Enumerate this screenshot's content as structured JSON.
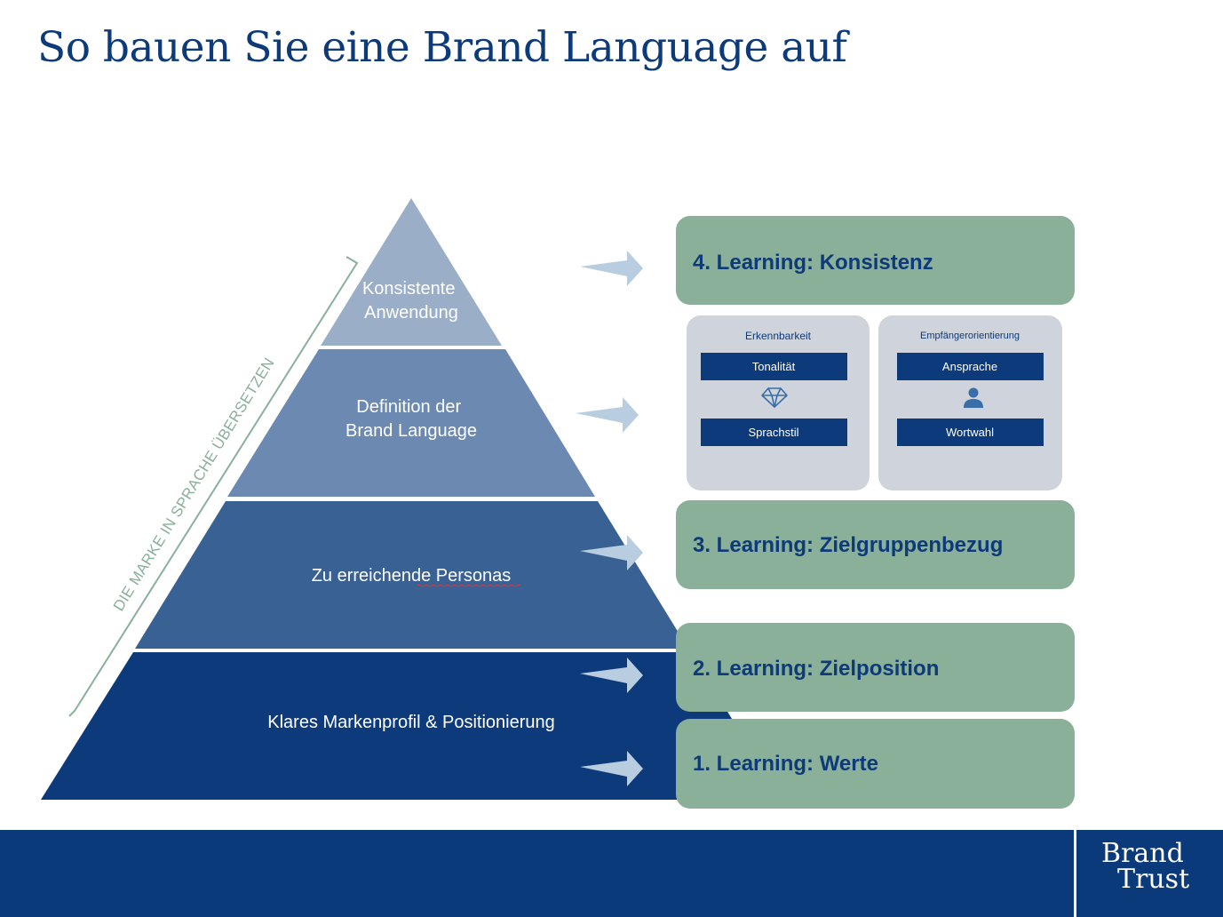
{
  "title": "So bauen Sie eine Brand Language auf",
  "side_label": "DIE MARKE IN SPRACHE ÜBERSETZEN",
  "pyramid": [
    {
      "lines": [
        "Konsistente",
        "Anwendung"
      ],
      "color": "#9aaec8"
    },
    {
      "lines": [
        "Definition der",
        "Brand Language"
      ],
      "color": "#6b89b1"
    },
    {
      "lines": [
        "Zu erreichende Personas"
      ],
      "color": "#3a6193"
    },
    {
      "lines": [
        "Klares Markenprofil & Positionierung"
      ],
      "color": "#0d3a7b"
    }
  ],
  "learnings": [
    {
      "label": "4. Learning: Konsistenz"
    },
    {
      "label": "3. Learning: Zielgruppenbezug"
    },
    {
      "label": "2. Learning: Zielposition"
    },
    {
      "label": "1. Learning: Werte"
    }
  ],
  "cards": [
    {
      "title": "Erkennbarkeit",
      "icon": "diamond-icon",
      "items": [
        "Tonalität",
        "Sprachstil"
      ]
    },
    {
      "title": "Empfängerorientierung",
      "icon": "person-icon",
      "items": [
        "Ansprache",
        "Wortwahl"
      ]
    }
  ],
  "colors": {
    "primary": "#0d3a78",
    "learning_box": "#8ab09a",
    "card_bg": "#cfd3dc",
    "chip": "#0d3a7b",
    "arrow": "#b9cde0"
  },
  "logo": {
    "line1": "Brand",
    "line2": "Trust"
  }
}
